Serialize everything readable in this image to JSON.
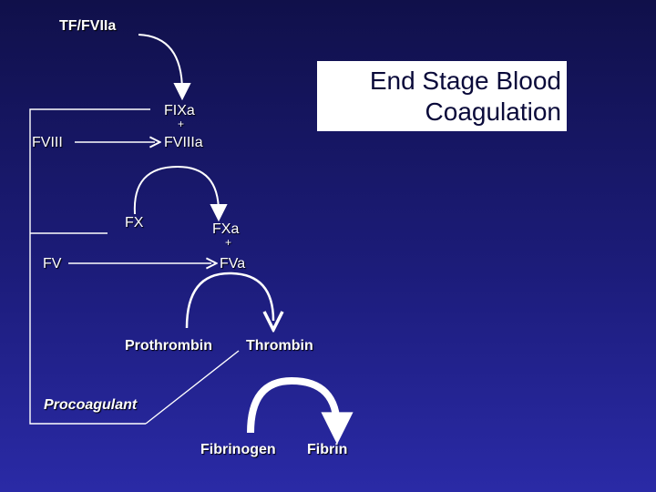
{
  "title": {
    "line1": "End Stage Blood",
    "line2": "Coagulation"
  },
  "nodes": {
    "tf_fviia": "TF/FVIIa",
    "fixa": "FIXa",
    "fviii": "FVIII",
    "fviiia": "FVIIIa",
    "fx": "FX",
    "fxa": "FXa",
    "fv": "FV",
    "fva": "FVa",
    "prothrombin": "Prothrombin",
    "thrombin": "Thrombin",
    "procoagulant": "Procoagulant",
    "fibrinogen": "Fibrinogen",
    "fibrin": "Fibrin",
    "plus1": "+",
    "plus2": "+"
  },
  "colors": {
    "line": "#ffffff",
    "text": "#ffffff",
    "title_text": "#0a0a3a"
  }
}
